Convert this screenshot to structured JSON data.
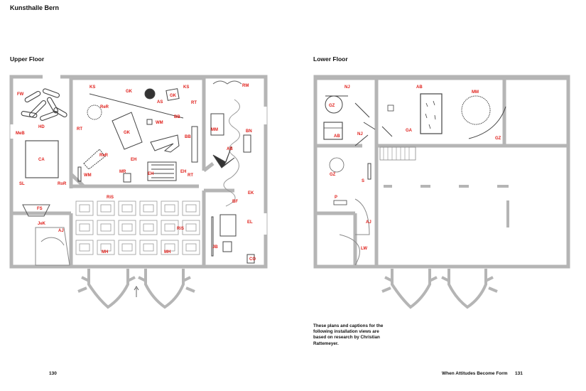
{
  "header": "Kunsthalle Bern",
  "upper_floor": {
    "title": "Upper Floor",
    "labels": [
      "FW",
      "KS",
      "GK",
      "GK",
      "KS",
      "RM",
      "AS",
      "ReR",
      "BB",
      "RT",
      "MeB",
      "HD",
      "RT",
      "WM",
      "GK",
      "MM",
      "BN",
      "BB",
      "CA",
      "ReR",
      "EH",
      "AB",
      "WM",
      "MR",
      "EH",
      "EH",
      "RT",
      "SL",
      "RoR",
      "EK",
      "RiS",
      "BF",
      "FS",
      "JeK",
      "AJ",
      "RiS",
      "EL",
      "JB",
      "MH",
      "MH",
      "CO"
    ]
  },
  "lower_floor": {
    "title": "Lower Floor",
    "labels": [
      "NJ",
      "AB",
      "MM",
      "GZ",
      "AB",
      "NJ",
      "GA",
      "GZ",
      "GZ",
      "S",
      "P",
      "AJ",
      "LW"
    ]
  },
  "caption": "These plans and captions for the following installation views are based on research by Christian Rattemeyer.",
  "footer": {
    "left_page_number": "130",
    "running_title": "When Attitudes Become Form",
    "right_page_number": "131"
  }
}
